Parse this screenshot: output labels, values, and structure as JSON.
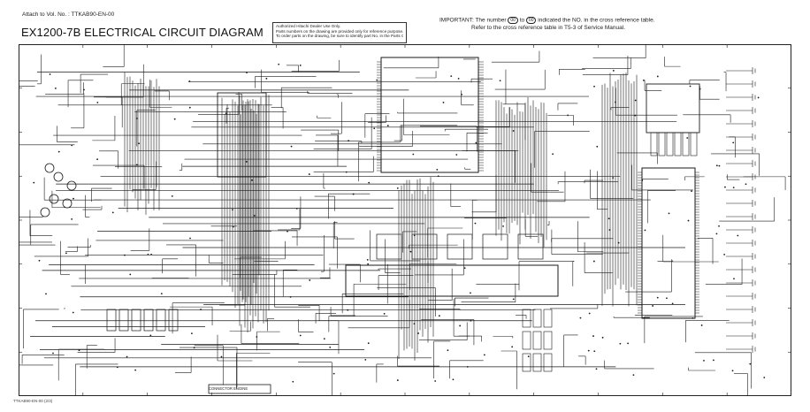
{
  "header": {
    "attach_text": "Attach to Vol. No. : TTKAB90-EN-00",
    "title": "EX1200-7B ELECTRICAL CIRCUIT DIAGRAM",
    "notice_lines": [
      "Authorized Hitachi Dealer Use Only.",
      "Parts numbers on the drawing are provided only for reference purpose.",
      "To order parts on the drawing, be sure to identify part No. in the Parts Catalog."
    ],
    "important_prefix": "IMPORTANT: The number",
    "important_to": "to",
    "important_suffix": "indicated the NO. in the cross reference table.",
    "important_line2": "Refer to the cross reference table in T5-3 of Service Manual.",
    "oval_a": "00",
    "oval_b": "00"
  },
  "footer": {
    "doc_code": "TTKAB90-EN-00 (2/3)",
    "box_label": "CONNECTOR ENGINE"
  },
  "colors": {
    "ink": "#1a1a1a",
    "paper": "#ffffff",
    "frame": "#222222"
  }
}
